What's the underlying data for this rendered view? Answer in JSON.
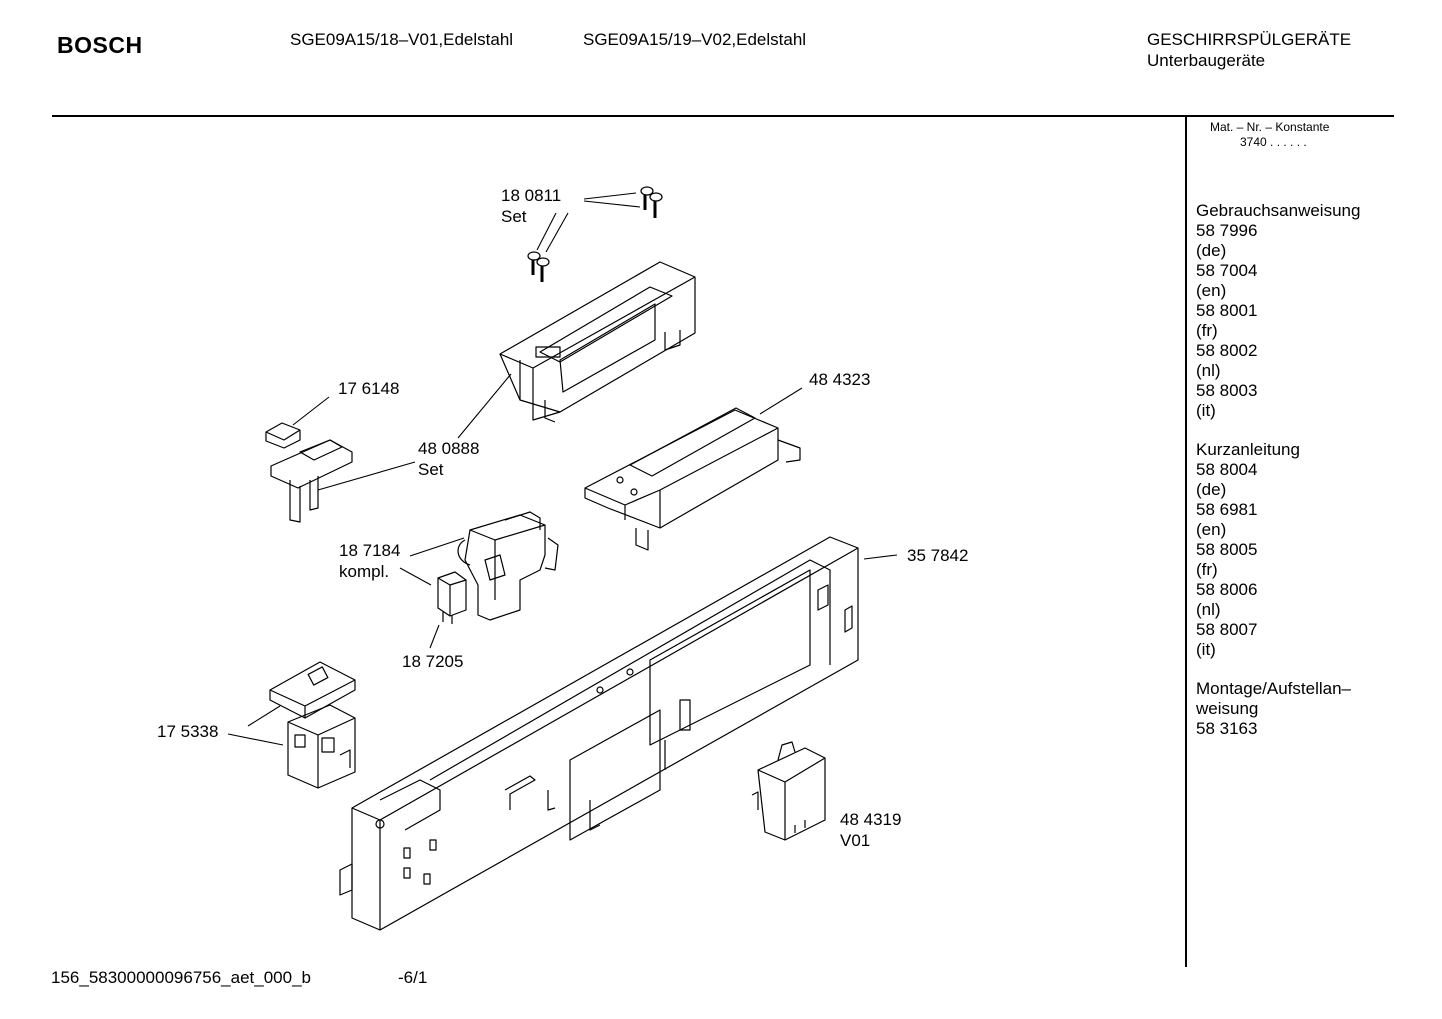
{
  "header": {
    "brand": "BOSCH",
    "models": [
      "SGE09A15/18–V01,Edelstahl",
      "SGE09A15/19–V02,Edelstahl"
    ],
    "category": "GESCHIRRSPÜLGERÄTE",
    "subcategory": "Unterbaugeräte"
  },
  "sidebar": {
    "mat_label": "Mat. – Nr. – Konstante",
    "mat_value": "3740 .  .  .  .  .  .",
    "groups": [
      {
        "title": "Gebrauchsanweisung",
        "items": [
          "58 7996",
          "(de)",
          "58 7004",
          "(en)",
          "58 8001",
          "(fr)",
          "58 8002",
          "(nl)",
          "58 8003",
          "(it)"
        ]
      },
      {
        "title": "Kurzanleitung",
        "items": [
          "58 8004",
          "(de)",
          "58 6981",
          "(en)",
          "58 8005",
          "(fr)",
          "58 8006",
          "(nl)",
          "58 8007",
          "(it)"
        ]
      },
      {
        "title": "Montage/Aufstellan–",
        "items": [
          "weisung",
          "58 3163"
        ]
      }
    ]
  },
  "parts": {
    "p180811": {
      "number": "18 0811",
      "note": "Set"
    },
    "p176148": {
      "number": "17 6148"
    },
    "p480888": {
      "number": "48 0888",
      "note": "Set"
    },
    "p484323": {
      "number": "48 4323"
    },
    "p187184": {
      "number": "18 7184",
      "note": "kompl."
    },
    "p357842": {
      "number": "35 7842"
    },
    "p187205": {
      "number": "18 7205"
    },
    "p175338": {
      "number": "17 5338"
    },
    "p484319": {
      "number": "48 4319",
      "note": "V01"
    }
  },
  "footer": {
    "doc_id": "156_58300000096756_aet_000_b",
    "page": "-6/1"
  }
}
